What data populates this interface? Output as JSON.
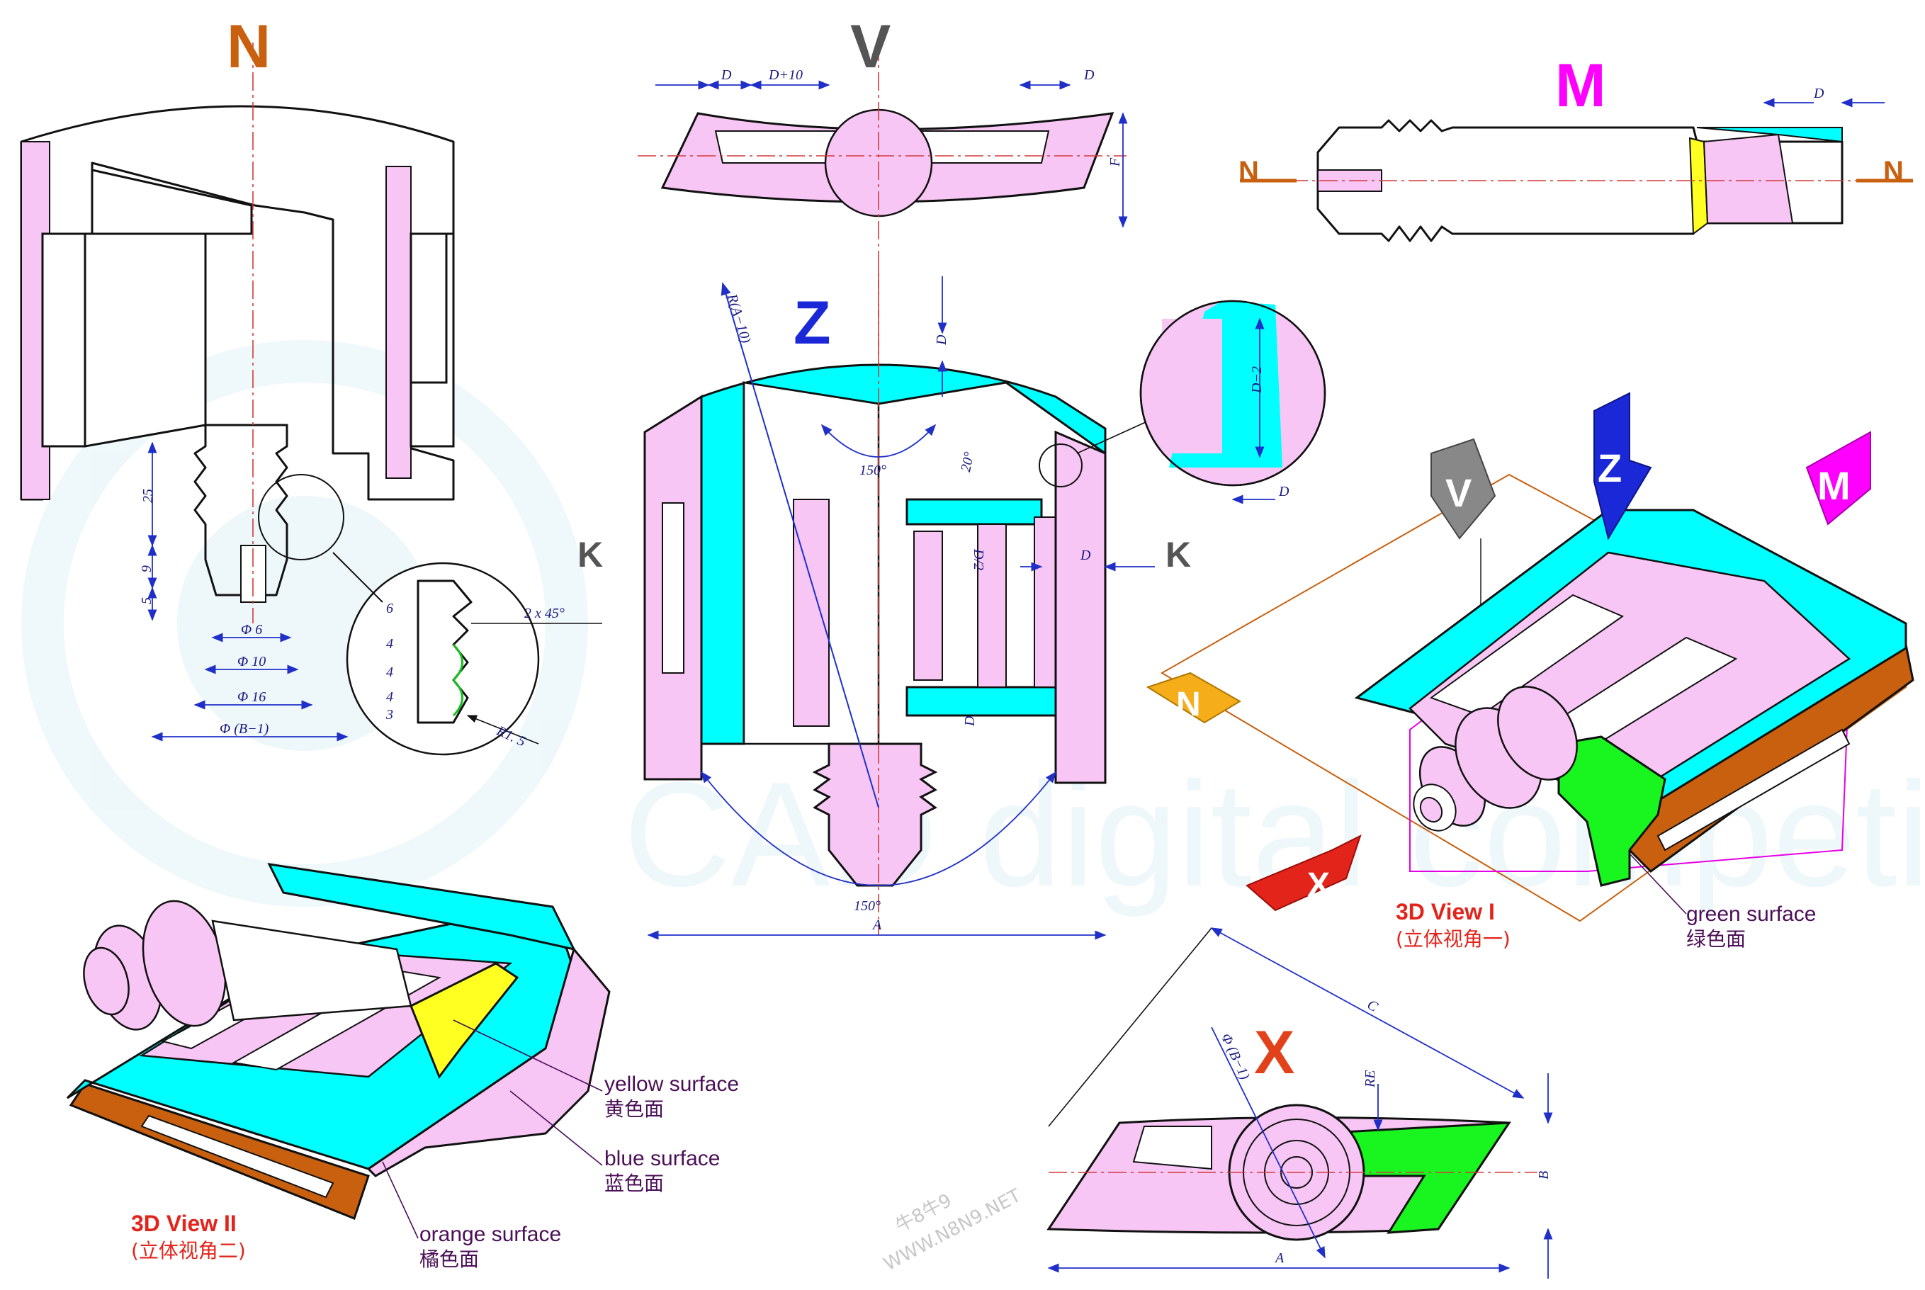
{
  "views": {
    "n": "N",
    "v": "V",
    "m": "M",
    "z": "Z",
    "x": "X",
    "m_arrow_left": "N",
    "m_arrow_right": "N",
    "z_arrow_left": "K",
    "z_arrow_right": "K"
  },
  "dimensions": {
    "n_height_25": "25",
    "n_height_9": "9",
    "n_height_5": "5",
    "n_dia_6": "Φ 6",
    "n_dia_10": "Φ 10",
    "n_dia_16": "Φ 16",
    "n_dia_b1": "Φ (B−1)",
    "detail_6": "6",
    "detail_4a": "4",
    "detail_4b": "4",
    "detail_4c": "4",
    "detail_3": "3",
    "detail_chamfer": "2 x 45°",
    "detail_r": "R1. 5",
    "v_d1": "D",
    "v_d10": "D+10",
    "v_d2": "D",
    "v_f": "F",
    "m_d": "D",
    "z_radius": "R(A−10)",
    "z_d_top": "D",
    "z_angle_150a": "150°",
    "z_angle_20": "20°",
    "z_d2": "D/2",
    "z_d_right": "D",
    "z_d_lower": "D",
    "z_angle_150b": "150°",
    "z_a": "A",
    "z_detail_d2": "D−2",
    "z_detail_d": "D",
    "x_c": "C",
    "x_re": "RE",
    "x_dia": "Φ (B−1)",
    "x_b": "B",
    "x_a": "A"
  },
  "iso_labels": {
    "v": "V",
    "z": "Z",
    "m": "M",
    "n": "N",
    "x": "X"
  },
  "captions": {
    "view1_title": "3D View I",
    "view1_sub": "(立体视角一)",
    "view2_title": "3D View II",
    "view2_sub": "(立体视角二)",
    "green_en": "green surface",
    "green_cn": "绿色面",
    "yellow_en": "yellow surface",
    "yellow_cn": "黄色面",
    "blue_en": "blue surface",
    "blue_cn": "蓝色面",
    "orange_en": "orange surface",
    "orange_cn": "橘色面"
  },
  "watermark": {
    "line1": "牛8牛9",
    "line2": "WWW.N8N9.NET"
  },
  "colors": {
    "cyan": "#00ffff",
    "pink": "#f7c6f4",
    "orange": "#c8600f",
    "green": "#19f51f",
    "yellow": "#ffff22",
    "label_n": "#c8600f",
    "label_v": "#555555",
    "label_m": "#ff00ff",
    "label_z": "#1a28d8",
    "label_x": "#e2421b"
  }
}
